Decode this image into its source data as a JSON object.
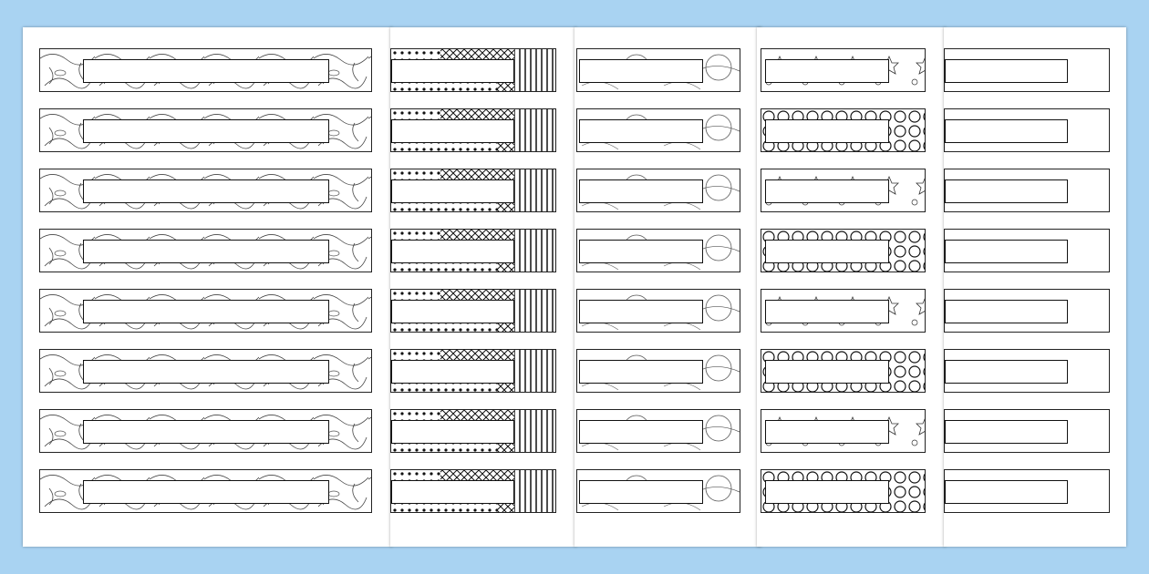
{
  "background_color": "#a9d3f2",
  "page_color": "#ffffff",
  "line_color": "#222222",
  "labels_per_page": 8,
  "pages": [
    {
      "name": "nature-doodle-page",
      "pattern": "leaf-doodle"
    },
    {
      "name": "geometric-pattern-page",
      "pattern": "dots-and-crosshatch"
    },
    {
      "name": "space-doodle-page",
      "pattern": "planet-doodle"
    },
    {
      "name": "shapes-pattern-page",
      "pattern": "circles-and-stars"
    },
    {
      "name": "blank-page",
      "pattern": "none"
    }
  ]
}
